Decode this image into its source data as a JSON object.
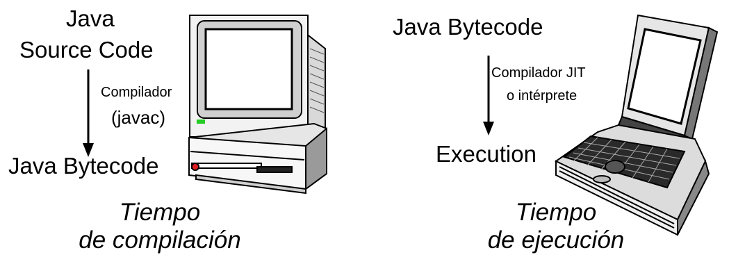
{
  "left": {
    "source_line1": "Java",
    "source_line2": "Source Code",
    "compiler_label": "Compilador",
    "compiler_cmd": "(javac)",
    "output": "Java Bytecode",
    "caption_line1": "Tiempo",
    "caption_line2": "de compilación"
  },
  "right": {
    "input": "Java Bytecode",
    "process_line1": "Compilador JIT",
    "process_line2": "o intérprete",
    "output": "Execution",
    "caption_line1": "Tiempo",
    "caption_line2": "de ejecución"
  },
  "icons": [
    "desktop-computer-icon",
    "laptop-computer-icon"
  ],
  "colors": {
    "text": "#000000",
    "background": "#ffffff",
    "power_led": "#22cc22",
    "power_button": "#e02020"
  }
}
